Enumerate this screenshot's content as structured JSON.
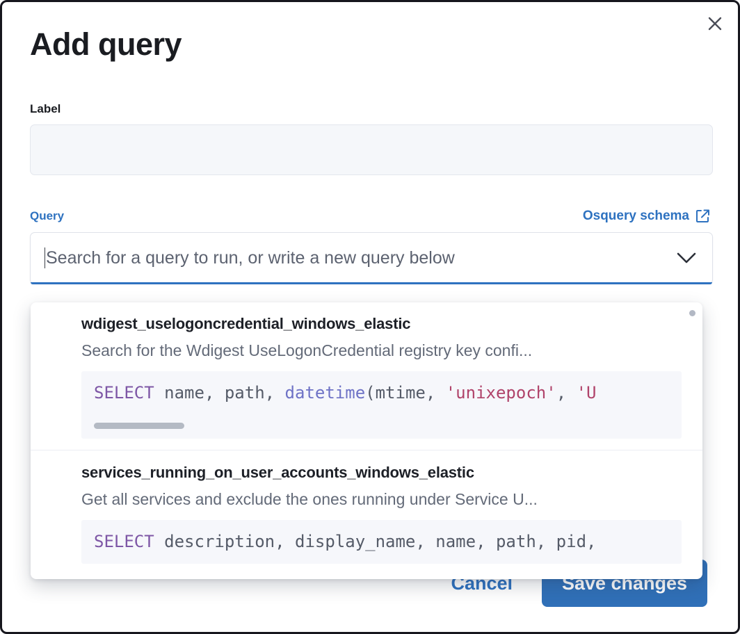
{
  "modal": {
    "title": "Add query",
    "close_label": "Close"
  },
  "label_field": {
    "label": "Label",
    "value": "",
    "placeholder": ""
  },
  "query_section": {
    "label": "Query",
    "schema_link_text": "Osquery schema",
    "combobox_placeholder": "Search for a query to run, or write a new query below",
    "combobox_value": ""
  },
  "dropdown": {
    "options": [
      {
        "title": "wdigest_uselogoncredential_windows_elastic",
        "description": "Search for the Wdigest UseLogonCredential registry key confi...",
        "code_segments": [
          {
            "text": "SELECT",
            "cls": "kw"
          },
          {
            "text": " name, path, ",
            "cls": "punct"
          },
          {
            "text": "datetime",
            "cls": "fn"
          },
          {
            "text": "(mtime, ",
            "cls": "punct"
          },
          {
            "text": "'unixepoch'",
            "cls": "str"
          },
          {
            "text": ", ",
            "cls": "punct"
          },
          {
            "text": "'U",
            "cls": "str"
          }
        ]
      },
      {
        "title": "services_running_on_user_accounts_windows_elastic",
        "description": "Get all services and exclude the ones running under Service U...",
        "code_segments": [
          {
            "text": "SELECT",
            "cls": "kw"
          },
          {
            "text": " description, display_name, name, path, pid,",
            "cls": "punct"
          }
        ]
      }
    ]
  },
  "footer": {
    "cancel_label": "Cancel",
    "save_label": "Save changes"
  },
  "colors": {
    "accent_blue": "#2e72c0",
    "save_button_blue": "#3070b8",
    "title_dark": "#1a1c21",
    "muted_text": "#636a78",
    "code_bg": "#f6f7fb",
    "keyword_purple": "#7e57a6",
    "string_crimson": "#b0436a",
    "function_indigo": "#6e72c6",
    "input_bg": "#f5f7fa",
    "modal_border": "#16161d"
  }
}
